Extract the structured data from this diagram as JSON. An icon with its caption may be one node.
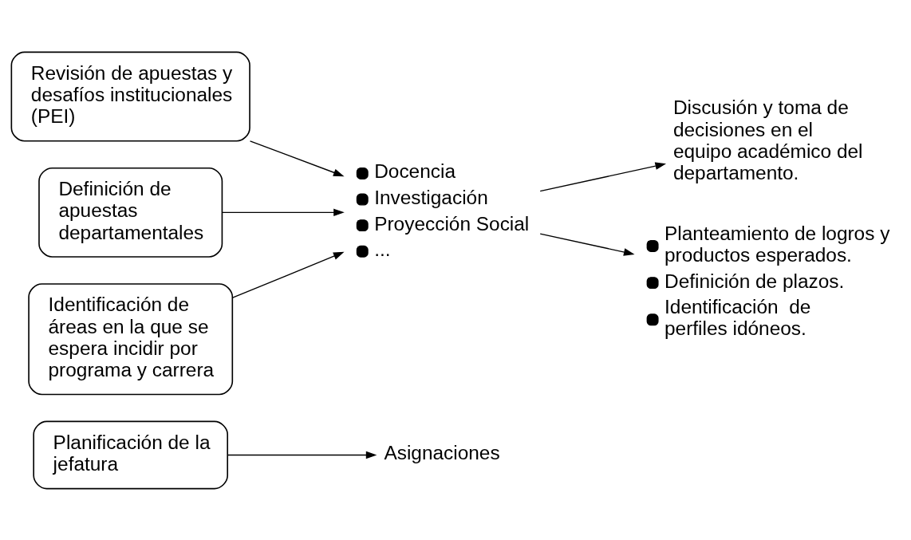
{
  "diagram": {
    "nodes": [
      {
        "text": [
          "Revisión de apuestas y desafíos institucionales (PEI)"
        ]
      },
      {
        "text": [
          "Definición de apuestas departamentales"
        ]
      },
      {
        "text": [
          "Identificación de áreas en la que se espera incidir por programa y carrera"
        ]
      },
      {
        "text": [
          "Docencia",
          "Investigación",
          "Proyección Social",
          "..."
        ]
      },
      {
        "text": [
          "Discusión y toma de decisiones en el equipo académico del departamento."
        ]
      },
      {
        "text": [
          "Planteamiento de logros y productos esperados.",
          "Definición de plazos.",
          "Identificación  de perfiles idóneos."
        ]
      },
      {
        "text": [
          "Planificación de la jefatura"
        ]
      },
      {
        "text": [
          "Asignaciones"
        ]
      }
    ],
    "edges": [
      {
        "from": 0,
        "to": 3,
        "arrow": "to"
      },
      {
        "from": 1,
        "to": 3,
        "arrow": "to"
      },
      {
        "from": 2,
        "to": 3,
        "arrow": "to"
      },
      {
        "from": 3,
        "to": 4,
        "arrow": "to"
      },
      {
        "from": 3,
        "to": 5,
        "arrow": "to"
      },
      {
        "from": 6,
        "to": 7,
        "arrow": "to"
      }
    ]
  }
}
